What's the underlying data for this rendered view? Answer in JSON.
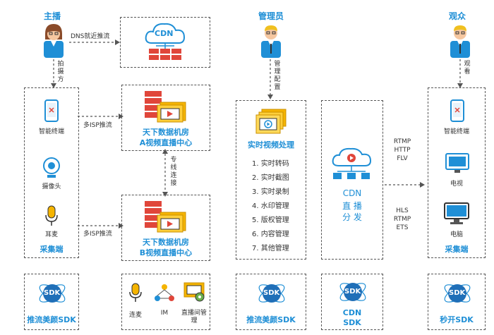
{
  "roles": {
    "host": "主播",
    "admin": "管理员",
    "audience": "观众"
  },
  "edges": {
    "dns_push": "DNS就近推流",
    "shoot": "拍摄方",
    "multi_isp_top": "多ISP推流",
    "multi_isp_bottom": "多ISP推流",
    "dedicated_line": "专线连接",
    "manage_config": "管理配置",
    "watch": "观看"
  },
  "cdn_top": {
    "label": "CDN"
  },
  "capture": {
    "devices": [
      "智能终端",
      "摄像头",
      "耳麦"
    ],
    "footer": "采集端"
  },
  "datacenter_a": {
    "line1": "天下数据机房",
    "line2": "A视频直播中心"
  },
  "datacenter_b": {
    "line1": "天下数据机房",
    "line2": "B视频直播中心"
  },
  "processing": {
    "title": "实时视频处理",
    "items": [
      "1. 实时转码",
      "2. 实时截图",
      "3. 实时录制",
      "4. 水印管理",
      "5. 版权管理",
      "6. 内容管理",
      "7. 其他管理"
    ]
  },
  "cdn_dist": {
    "lines": [
      "CDN",
      "直 播",
      "分 发"
    ]
  },
  "protocols": {
    "top": [
      "RTMP",
      "HTTP",
      "FLV"
    ],
    "bottom": [
      "HLS",
      "RTMP",
      "ETS"
    ]
  },
  "playback": {
    "devices": [
      "智能终端",
      "电视",
      "电脑"
    ],
    "footer": "采集端"
  },
  "sdk": {
    "badge": "SDK",
    "push_left": "推流美颜SDK",
    "features": [
      "连麦",
      "IM",
      "直播间管理"
    ],
    "push_mid": "推流美颜SDK",
    "cdn_line1": "CDN",
    "cdn_line2": "SDK",
    "player": "秒开SDK"
  },
  "colors": {
    "accent": "#1f8fd6",
    "server": "#e0463a",
    "folder": "#f5b400",
    "line": "#555555"
  }
}
